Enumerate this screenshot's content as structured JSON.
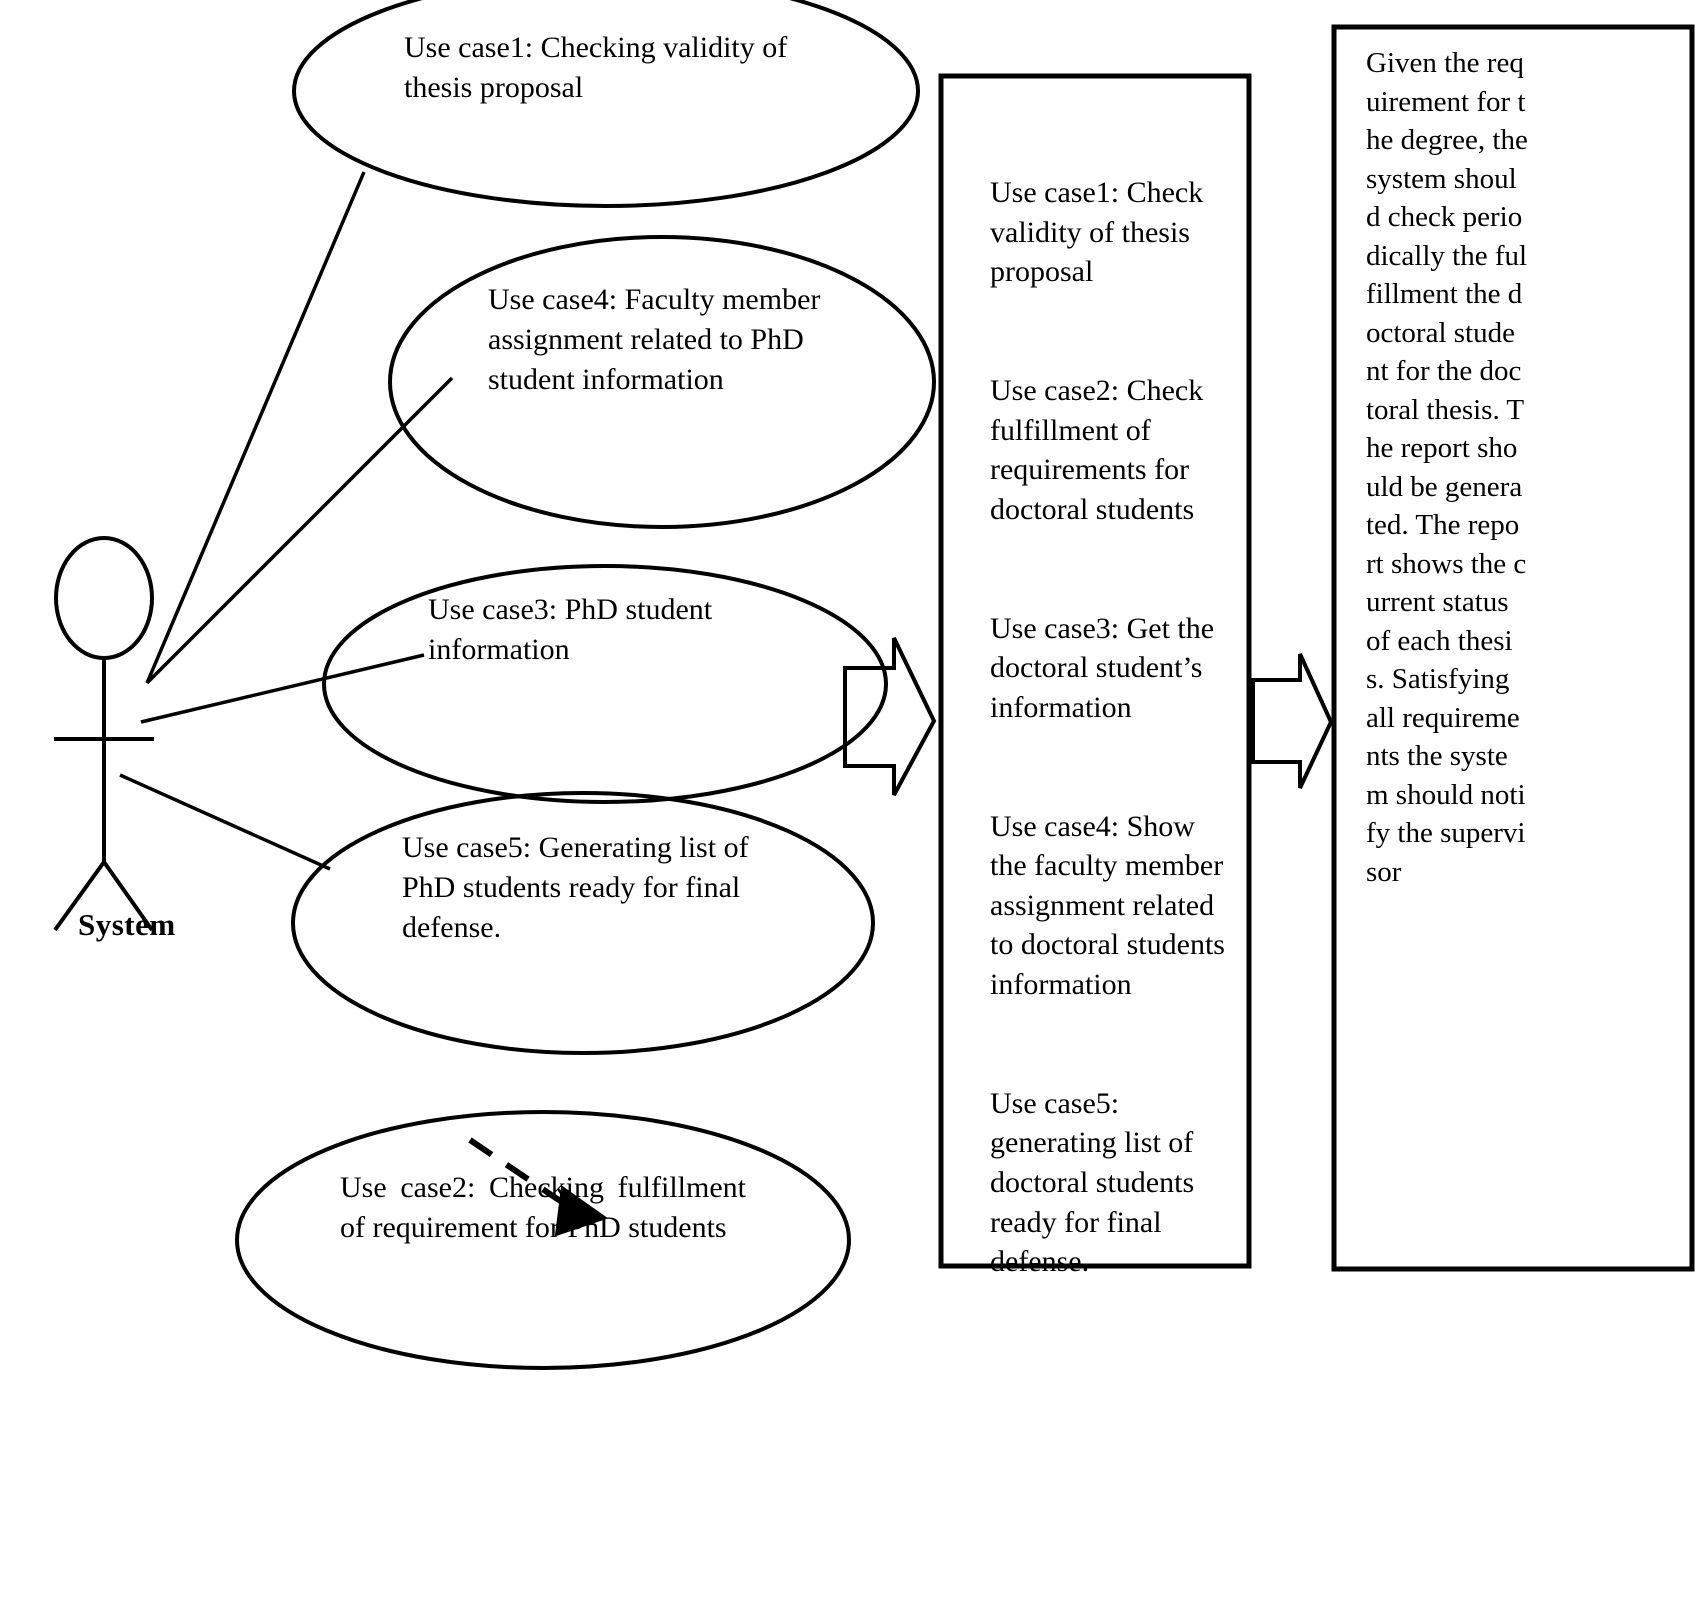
{
  "diagram": {
    "actor": {
      "label": "System"
    },
    "use_cases": [
      {
        "id": "use-case-1",
        "text": "Use case1: Checking validity of thesis proposal"
      },
      {
        "id": "use-case-4",
        "text": "Use case4: Faculty member assignment related to PhD student information"
      },
      {
        "id": "use-case-3",
        "text": "Use case3: PhD student information"
      },
      {
        "id": "use-case-5",
        "text": "Use case5: Generating list of PhD students ready for final defense."
      },
      {
        "id": "use-case-2",
        "text": "Use case2: Checking fulfillment of requirement for PhD students"
      }
    ],
    "middle_panel": {
      "items": [
        "Use case1: Check validity of thesis proposal",
        "Use case2: Check fulfillment of requirements for doctoral students",
        "Use case3: Get the doctoral student’s information",
        "Use case4: Show the faculty member assignment related to doctoral students information",
        "Use case5: generating list of doctoral students ready for final defense."
      ]
    },
    "right_panel": {
      "text": "Given the requirement for the degree, the system should check periodically the fulfillment the doctoral student for the doctoral thesis. The report should be generated. The report shows the current status of each thesis. Satisfying all requirements the system should notify the supervisor"
    },
    "colors": {
      "stroke": "#000000",
      "background": "#ffffff"
    }
  }
}
